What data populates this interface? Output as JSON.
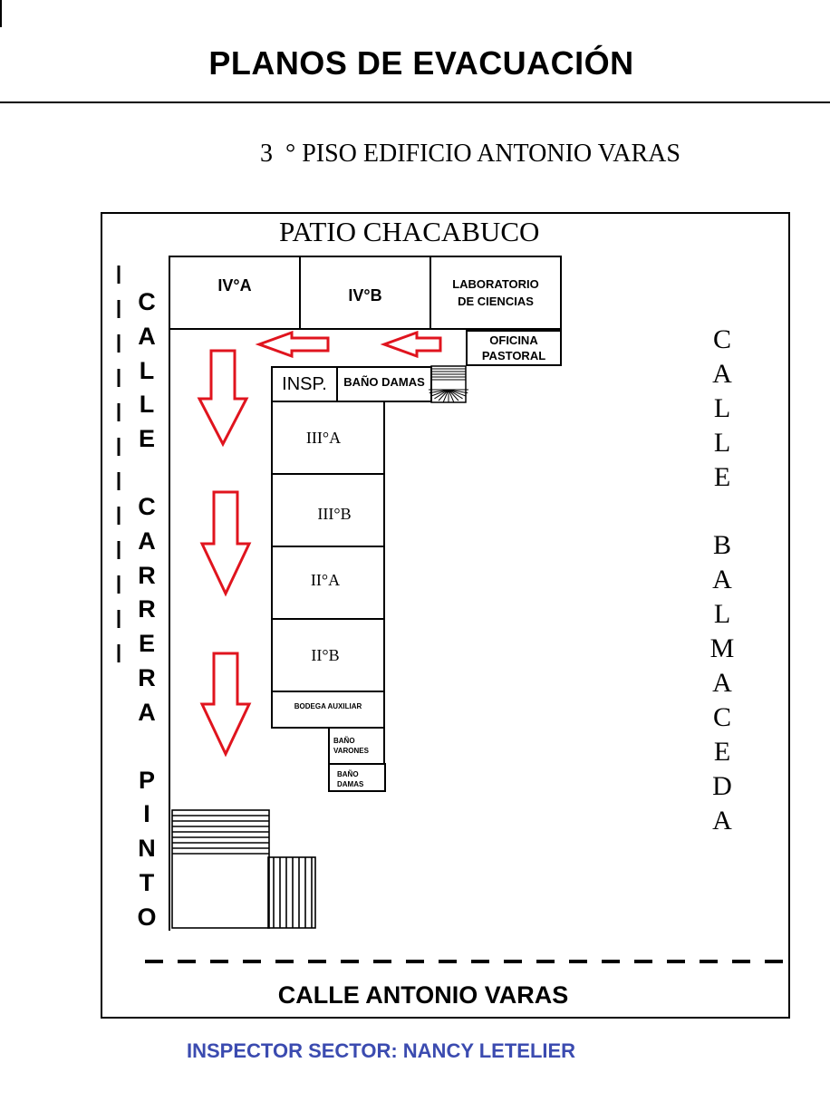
{
  "header": {
    "title": "PLANOS DE EVACUACIÓN"
  },
  "subtitle": "3  ° PISO EDIFICIO ANTONIO VARAS",
  "streets": {
    "top": "PATIO CHACABUCO",
    "left": "CALLE CARRERA PINTO",
    "right": "CALLE BALMACEDA",
    "bottom": "CALLE ANTONIO VARAS"
  },
  "rooms": {
    "iva": "IV°A",
    "ivb": "IV°B",
    "lab": "LABORATORIO DE CIENCIAS",
    "oficina": "OFICINA PASTORAL",
    "insp": "INSP.",
    "bano_damas_top": "BAÑO DAMAS",
    "iiia": "III°A",
    "iiib": "III°B",
    "iia": "II°A",
    "iib": "II°B",
    "bodega": "BODEGA AUXILIAR",
    "bano_varones": "BAÑO VARONES",
    "bano_damas_small": "BAÑO DAMAS"
  },
  "footer": {
    "inspector": "INSPECTOR SECTOR: NANCY LETELIER"
  },
  "colors": {
    "arrow": "#e0141e",
    "inspector_text": "#3b4bb0"
  }
}
